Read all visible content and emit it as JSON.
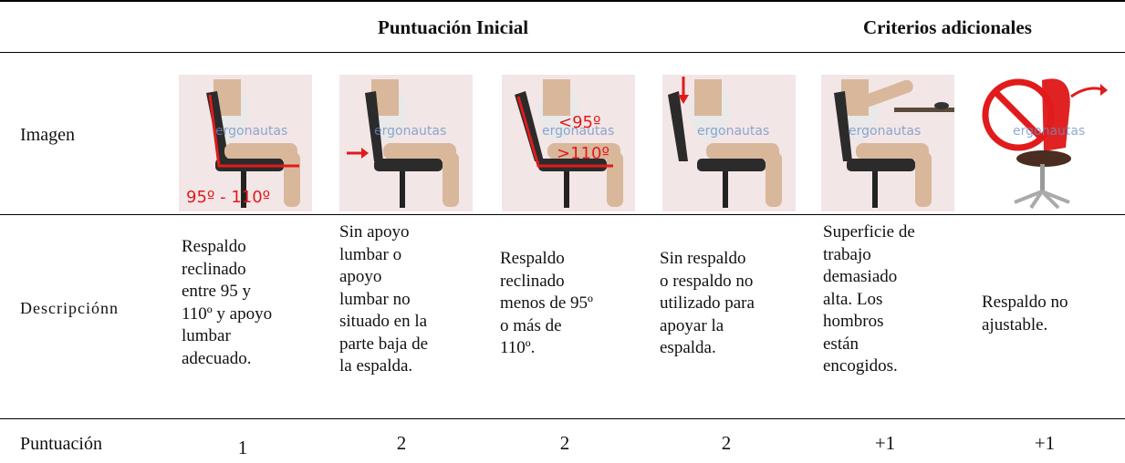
{
  "header": {
    "initial": "Puntuación Inicial",
    "additional": "Criterios adicionales"
  },
  "rows": {
    "image": "Imagen",
    "description": "Descripciónn",
    "score": "Puntuación"
  },
  "watermark": "ergonautas",
  "angle_labels": {
    "c1": "95º - 110º",
    "c3_top": "<95º",
    "c3_bottom": ">110º"
  },
  "columns": [
    {
      "group": "initial",
      "description": [
        "Respaldo",
        "reclinado",
        "entre 95 y",
        "110º y apoyo",
        "lumbar",
        "adecuado."
      ],
      "score": "1"
    },
    {
      "group": "initial",
      "description": [
        "Sin apoyo",
        "lumbar o",
        "apoyo",
        "lumbar no",
        "situado en la",
        "parte baja de",
        "la espalda."
      ],
      "score": "2"
    },
    {
      "group": "initial",
      "description": [
        "Respaldo",
        "reclinado",
        "menos de 95º",
        "o más de",
        "110º."
      ],
      "score": "2"
    },
    {
      "group": "initial",
      "description": [
        "Sin respaldo",
        "o respaldo no",
        "utilizado para",
        "apoyar la",
        "espalda."
      ],
      "score": "2"
    },
    {
      "group": "additional",
      "description": [
        "Superficie de",
        "trabajo",
        "demasiado",
        "alta. Los",
        "hombros",
        "están",
        "encogidos."
      ],
      "score": "+1"
    },
    {
      "group": "additional",
      "description": [
        "Respaldo no",
        "ajustable."
      ],
      "score": "+1"
    }
  ],
  "colors": {
    "accent_red": "#e11b1b",
    "skin": "#e8c3a6",
    "chair": "#2b2b2b"
  }
}
